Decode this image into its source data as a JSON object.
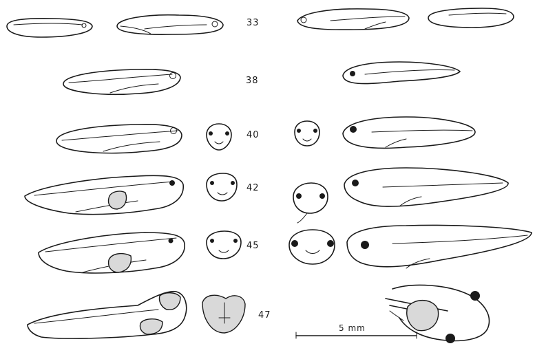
{
  "figure": {
    "stages": [
      "33",
      "38",
      "40",
      "42",
      "45",
      "47"
    ],
    "scale_bar": {
      "label": "5 mm"
    }
  }
}
